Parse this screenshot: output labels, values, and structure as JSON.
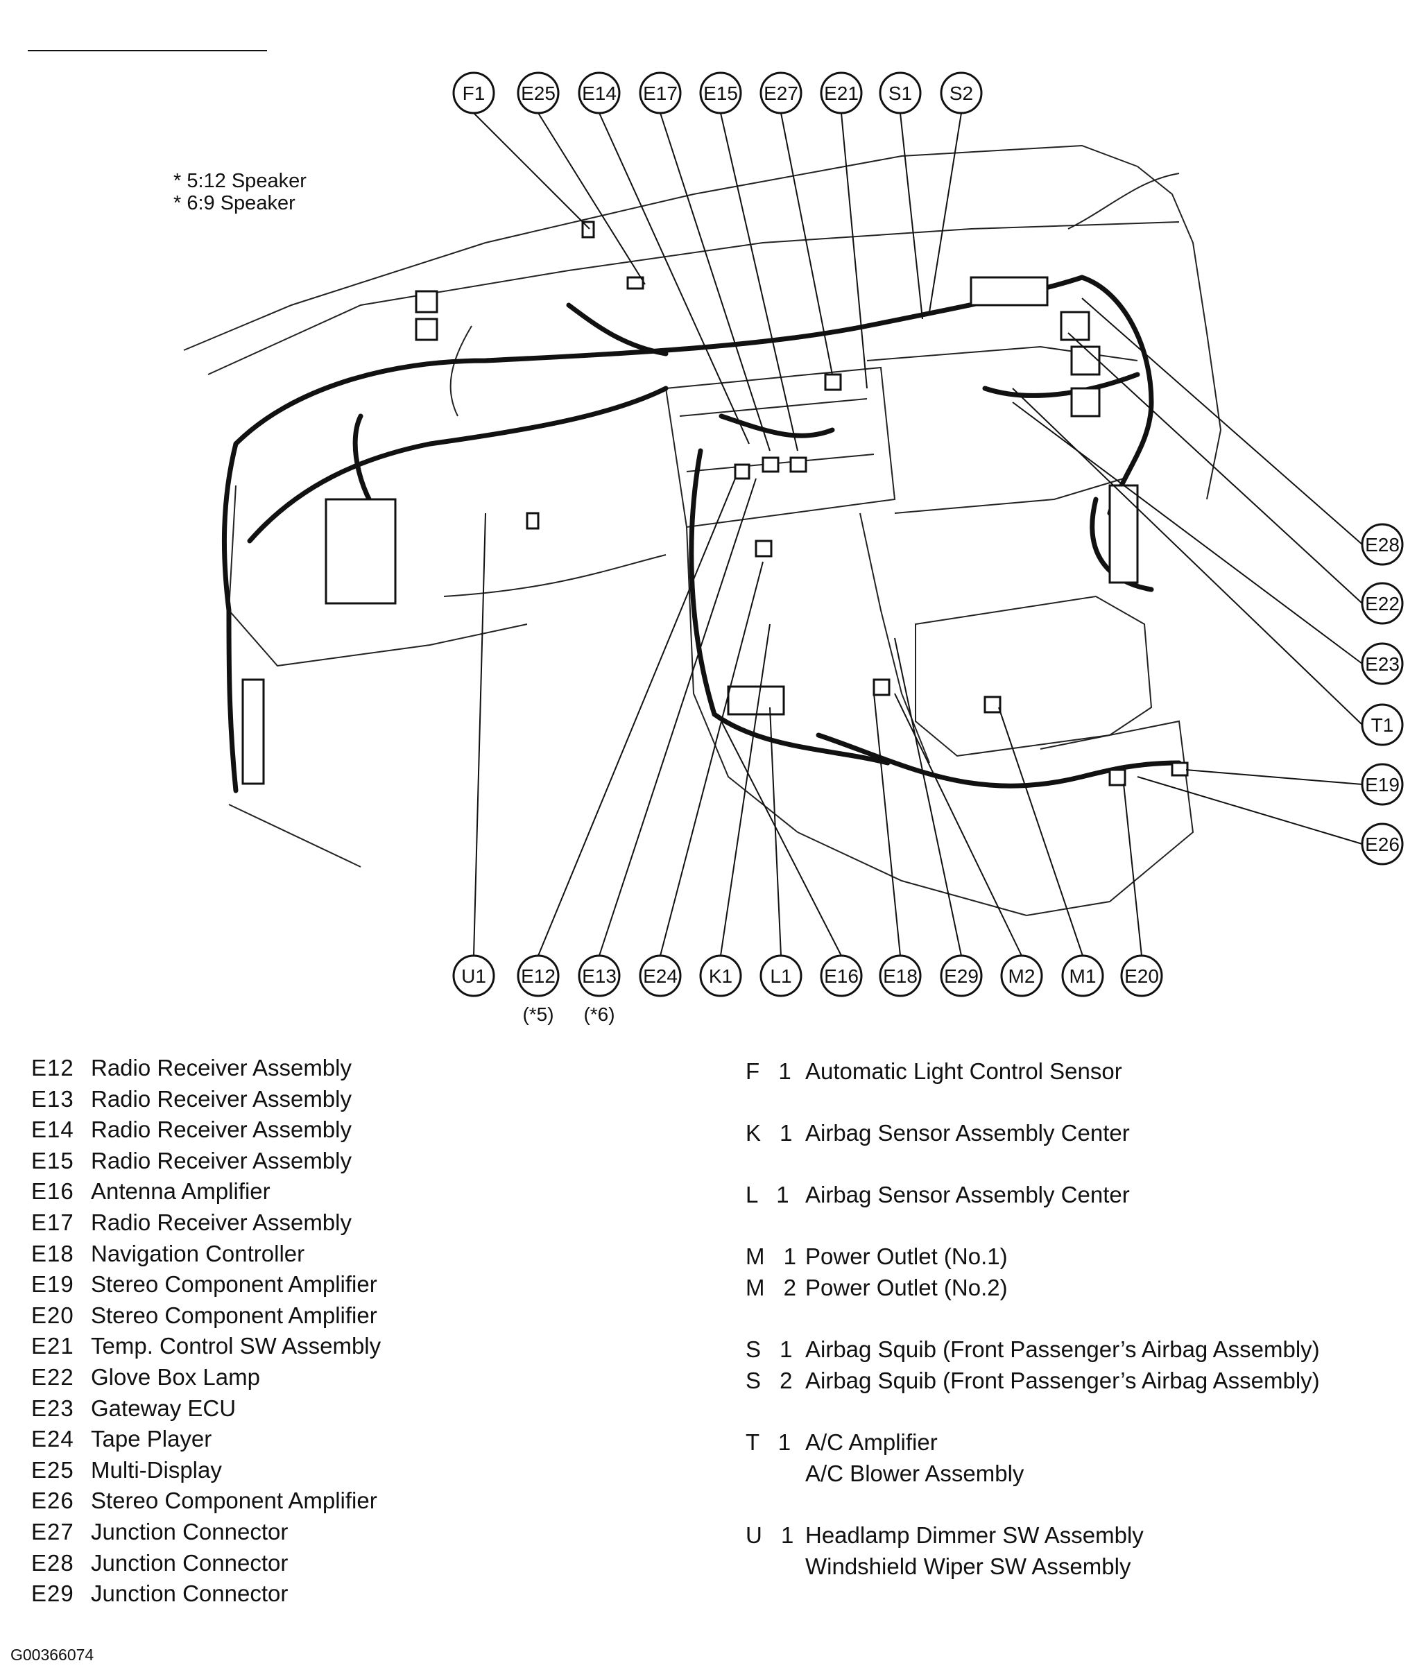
{
  "notes": [
    "* 5:12 Speaker",
    "* 6:9 Speaker"
  ],
  "callouts_top": [
    "F1",
    "E25",
    "E14",
    "E17",
    "E15",
    "E27",
    "E21",
    "S1",
    "S2"
  ],
  "callouts_right": [
    "E28",
    "E22",
    "E23",
    "T1",
    "E19",
    "E26"
  ],
  "callouts_bottom": [
    "U1",
    "E12",
    "E13",
    "E24",
    "K1",
    "L1",
    "E16",
    "E18",
    "E29",
    "M2",
    "M1",
    "E20"
  ],
  "callout_sublabels": {
    "E12": "(*5)",
    "E13": "(*6)"
  },
  "legend_left": [
    {
      "code": "E12",
      "desc": "Radio Receiver Assembly"
    },
    {
      "code": "E13",
      "desc": "Radio Receiver Assembly"
    },
    {
      "code": "E14",
      "desc": "Radio Receiver Assembly"
    },
    {
      "code": "E15",
      "desc": "Radio Receiver Assembly"
    },
    {
      "code": "E16",
      "desc": "Antenna Amplifier"
    },
    {
      "code": "E17",
      "desc": "Radio Receiver Assembly"
    },
    {
      "code": "E18",
      "desc": "Navigation Controller"
    },
    {
      "code": "E19",
      "desc": "Stereo Component Amplifier"
    },
    {
      "code": "E20",
      "desc": "Stereo Component Amplifier"
    },
    {
      "code": "E21",
      "desc": "Temp. Control SW Assembly"
    },
    {
      "code": "E22",
      "desc": "Glove Box Lamp"
    },
    {
      "code": "E23",
      "desc": "Gateway ECU"
    },
    {
      "code": "E24",
      "desc": "Tape Player"
    },
    {
      "code": "E25",
      "desc": "Multi-Display"
    },
    {
      "code": "E26",
      "desc": "Stereo Component Amplifier"
    },
    {
      "code": "E27",
      "desc": "Junction Connector"
    },
    {
      "code": "E28",
      "desc": "Junction Connector"
    },
    {
      "code": "E29",
      "desc": "Junction Connector"
    }
  ],
  "legend_right": [
    {
      "code": "F 1",
      "desc": "Automatic Light Control Sensor"
    },
    {
      "code": "K 1",
      "desc": "Airbag Sensor Assembly Center"
    },
    {
      "code": "L 1",
      "desc": "Airbag Sensor Assembly Center"
    },
    {
      "code": "M 1",
      "desc": "Power Outlet (No.1)"
    },
    {
      "code": "M 2",
      "desc": "Power Outlet (No.2)"
    },
    {
      "code": "S 1",
      "desc": "Airbag Squib (Front Passenger’s Airbag Assembly)"
    },
    {
      "code": "S 2",
      "desc": "Airbag Squib (Front Passenger’s Airbag Assembly)"
    },
    {
      "code": "T 1",
      "desc": "A/C Amplifier"
    },
    {
      "code": "",
      "desc": "A/C Blower Assembly"
    },
    {
      "code": "U 1",
      "desc": "Headlamp Dimmer SW Assembly"
    },
    {
      "code": "",
      "desc": "Windshield Wiper SW Assembly"
    }
  ],
  "figure_id": "G00366074"
}
